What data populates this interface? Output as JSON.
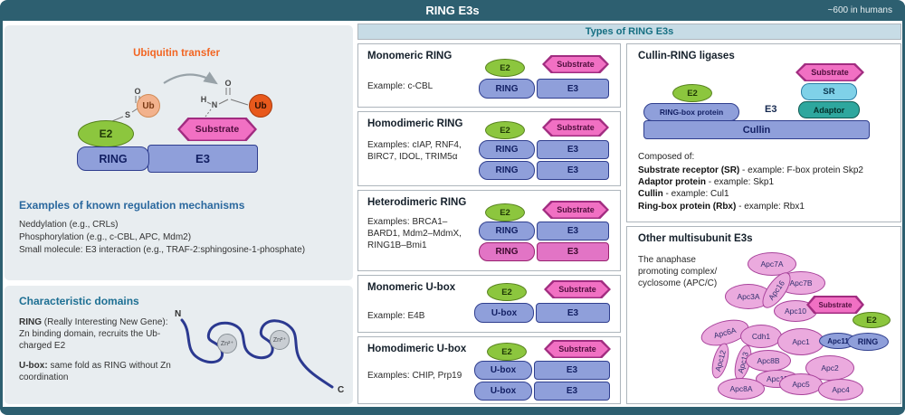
{
  "colors": {
    "header_bg": "#2D5F70",
    "types_bg": "#C7DCE6",
    "types_text": "#156F82",
    "e2_green": "#8CC63E",
    "e3_blue": "#8F9FDA",
    "substrate_pink": "#F170C3",
    "dimer_pink": "#E274C5",
    "ub_light": "#F2B28D",
    "ub_dark": "#E8591C",
    "accent_orange": "#F26522",
    "sr_cyan": "#7FD1E8",
    "adaptor_teal": "#2EA79E",
    "apc_pink": "#EBAADE"
  },
  "header": {
    "title": "RING E3s",
    "right_note": "~600 in humans"
  },
  "shapes": {
    "e2": "E2",
    "ring": "RING",
    "e3": "E3",
    "ubox": "U-box",
    "substrate": "Substrate",
    "ub": "Ub"
  },
  "left": {
    "transfer_title": "Ubiquitin transfer",
    "chem": {
      "s": "S",
      "o1": "O",
      "n": "N",
      "h": "H",
      "o2": "O"
    },
    "regulation": {
      "heading": "Examples of known regulation mechanisms",
      "items": [
        "Neddylation (e.g., CRLs)",
        "Phosphorylation (e.g., c-CBL, APC, Mdm2)",
        "Small molecule: E3 interaction (e.g., TRAF-2:sphingosine-1-phosphate)"
      ]
    },
    "domains": {
      "heading": "Characteristic domains",
      "ring_term": "RING",
      "ring_desc": " (Really Interesting New Gene): Zn binding domain, recruits the Ub-charged E2",
      "ubox_term": "U-box:",
      "ubox_desc": " same fold as RING without Zn coordination",
      "n": "N",
      "c": "C",
      "zn": "Zn²⁺"
    }
  },
  "types": {
    "heading": "Types of RING E3s",
    "boxes": [
      {
        "title": "Monomeric RING",
        "example": "Example: c-CBL"
      },
      {
        "title": "Homodimeric RING",
        "example": "Examples: cIAP, RNF4, BIRC7, IDOL, TRIM5α"
      },
      {
        "title": "Heterodimeric RING",
        "example": "Examples: BRCA1–BARD1, Mdm2–MdmX, RING1B–Bmi1"
      },
      {
        "title": "Monomeric U-box",
        "example": "Example: E4B"
      },
      {
        "title": "Homodimeric U-box",
        "example": "Examples: CHIP, Prp19"
      }
    ]
  },
  "cullin": {
    "title": "Cullin-RING ligases",
    "ringbox_label": "RING-box protein",
    "e3_label": "E3",
    "sr_label": "SR",
    "adaptor_label": "Adaptor",
    "cullin_label": "Cullin",
    "composed_heading": "Composed of:",
    "composed": [
      {
        "term": "Substrate receptor (SR)",
        "rest": " - example: F-box protein Skp2"
      },
      {
        "term": "Adaptor protein",
        "rest": " - example: Skp1"
      },
      {
        "term": "Cullin",
        "rest": " - example: Cul1"
      },
      {
        "term": "Ring-box protein (Rbx)",
        "rest": " - example: Rbx1"
      }
    ]
  },
  "multi": {
    "title": "Other multisubunit E3s",
    "description": "The anaphase promoting complex/ cyclosome (APC/C)",
    "subunits": [
      "Apc7A",
      "Apc7B",
      "Apc3A",
      "Apc16",
      "Apc10",
      "Apc6A",
      "Cdh1",
      "Apc1",
      "Apc12",
      "Apc13",
      "Apc8B",
      "Apc2",
      "Apc15",
      "Apc5",
      "Apc4",
      "Apc8A"
    ],
    "apc11": "Apc11",
    "ring": "RING"
  }
}
